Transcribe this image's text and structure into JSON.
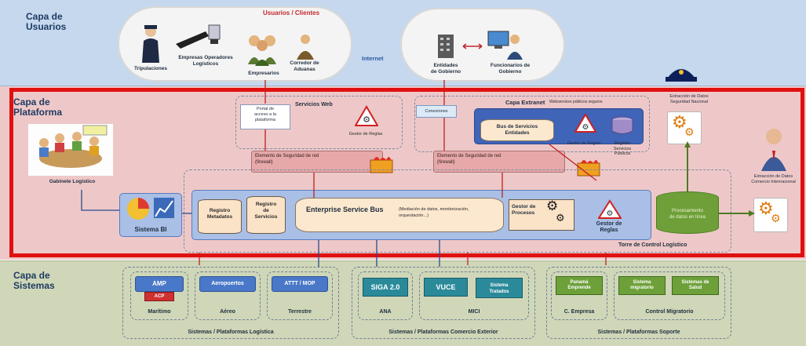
{
  "layers": {
    "users_title": "Capa de\nUsuarios",
    "platform_title": "Capa de\nPlataforma",
    "systems_title": "Capa de\nSistemas"
  },
  "users": {
    "cloud_title": "Usuarios / Clientes",
    "tripulaciones": "Tripulaciones",
    "empresas_operadores": "Empresas Operadores\nLogísticos",
    "empresarios": "Empresarios",
    "corredor_aduanas": "Corredor de\nAduanas",
    "internet": "Internet",
    "entidades_gobierno": "Entidades\nde Gobierno",
    "funcionarios_gobierno": "Funcionarios de\nGobierno"
  },
  "platform": {
    "portal": "Portal de\nacceso a la\nplataforma",
    "servicios_web": "Servicios Web",
    "gestor_reglas_web": "Gestor de Reglas",
    "conexiones": "Conexiones",
    "capa_extranet": "Capa Extranet",
    "webservices_publicos": "Webservices públicos seguros",
    "bus_servicios_entidades": "Bus de Servicios\nEntidades",
    "gestor_reglas_extranet": "Gestor de Reglas",
    "registro_servicios_publicos": "Registro\nServicios\nPúblicos",
    "firewall_left": "Elemento de Seguridad de red\n(firewall)",
    "firewall_right": "Elemento de Seguridad de red\n(firewall)",
    "gabinete_logistico": "Gabinete Logístico",
    "sistema_bi": "Sistema BI",
    "registro_metadatos": "Registro\nMetadatos",
    "registro_servicios": "Registro\nde\nServicios",
    "esb_title": "Enterprise Service Bus",
    "esb_desc": "(Mediación de datos, monitorización,\norquestación...)",
    "gestor_procesos": "Gestor de\nProcesos",
    "gestor_reglas_main": "Gestor de\nReglas",
    "procesamiento": "Procesamiento\nde datos en línea",
    "torre_control": "Torre de Control Logístico",
    "extraccion_seguridad": "Extracción de Datos\nSeguridad Nacional",
    "extraccion_comercio": "Extracción de Datos\nComercio Internacional"
  },
  "systems": {
    "amp": "AMP",
    "acp": "ACP",
    "maritimo": "Marítimo",
    "aeropuertos": "Aeropuertos",
    "aereo": "Aéreo",
    "attt_mop": "ATTT / MOP",
    "terrestre": "Terrestre",
    "logistica_group": "Sistemas / Plataformas Logística",
    "siga": "SIGA 2.0",
    "ana": "ANA",
    "vuce": "VUCE",
    "sistema_tratados": "Sistema\nTratados",
    "mici": "MICI",
    "comercio_group": "Sistemas / Plataformas Comercio Exterior",
    "panama_emprende": "Panamá\nEmprende",
    "c_empresa": "C. Empresa",
    "sistema_migratorio": "Sistema\nmigratorio",
    "sistemas_salud": "Sistemas de\nSalud",
    "control_migratorio": "Control Migratorio",
    "soporte_group": "Sistemas / Plataformas Soporte"
  },
  "colors": {
    "users_layer": "#c5d8ee",
    "platform_layer": "#eec8c8",
    "systems_layer": "#cfd7b8",
    "highlight_frame": "#e01010",
    "accent_blue": "#3f64b8",
    "accent_green": "#6e9f38"
  }
}
